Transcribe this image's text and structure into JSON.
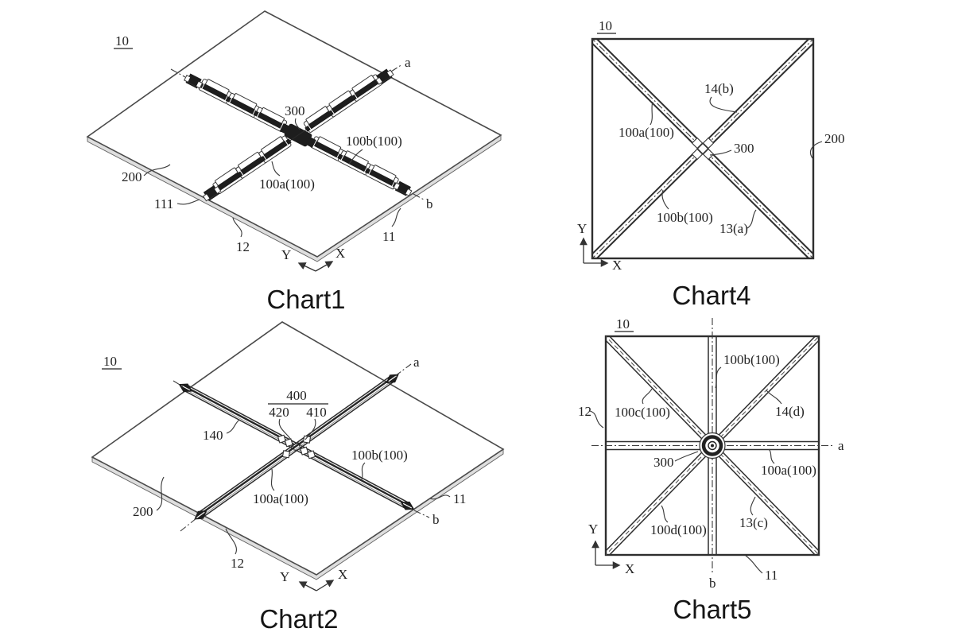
{
  "page": {
    "background": "#ffffff"
  },
  "colors": {
    "line": "#3c3c3c",
    "dark": "#1d1d1d",
    "text": "#222222"
  },
  "figures": {
    "fig1": {
      "caption": "Chart1",
      "ref": "10",
      "labels": {
        "n300": "300",
        "b100": "100b(100)",
        "a100": "100a(100)",
        "n200": "200",
        "n111": "111",
        "n12": "12",
        "n11": "11",
        "sa": "a",
        "sb": "b",
        "ay": "Y",
        "ax": "X"
      }
    },
    "fig2": {
      "caption": "Chart2",
      "ref": "10",
      "labels": {
        "n400": "400",
        "n420": "420",
        "n410": "410",
        "n140": "140",
        "b100": "100b(100)",
        "a100": "100a(100)",
        "n200": "200",
        "n12": "12",
        "n11": "11",
        "sa": "a",
        "sb": "b",
        "ay": "Y",
        "ax": "X"
      }
    },
    "fig4": {
      "caption": "Chart4",
      "ref": "10",
      "labels": {
        "n14b": "14(b)",
        "a100": "100a(100)",
        "n300": "300",
        "n200": "200",
        "b100": "100b(100)",
        "n13a": "13(a)",
        "ay": "Y",
        "ax": "X"
      }
    },
    "fig5": {
      "caption": "Chart5",
      "ref": "10",
      "labels": {
        "b100": "100b(100)",
        "n12": "12",
        "c100": "100c(100)",
        "n14d": "14(d)",
        "n300": "300",
        "sa": "a",
        "a100": "100a(100)",
        "d100": "100d(100)",
        "n13c": "13(c)",
        "n11": "11",
        "sb": "b",
        "ay": "Y",
        "ax": "X"
      }
    }
  }
}
